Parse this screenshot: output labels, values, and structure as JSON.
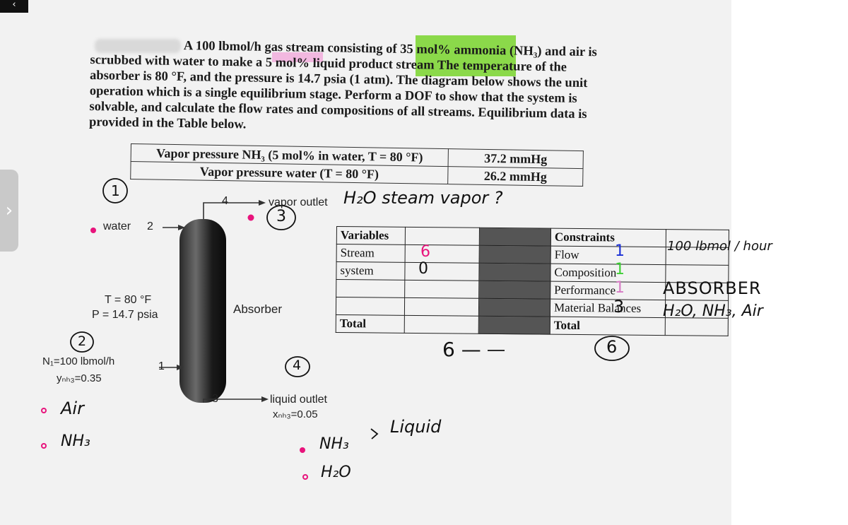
{
  "problem": {
    "lines": [
      "A 100 lbmol/h gas stream consisting of 35 mol% ammonia (NH₃) and air is",
      "scrubbed with water to make a 5 mol% liquid product stream  The temperature of the",
      "absorber is 80 °F, and the pressure is 14.7 psia (1 atm).  The diagram below shows the unit",
      "operation which is a single equilibrium stage.  Perform a DOF to show that the system is",
      "solvable, and calculate the flow rates and compositions of all streams.  Equilibrium data is",
      "provided in the Table below."
    ]
  },
  "vapor_table": {
    "rows": [
      {
        "label": "Vapor pressure NH₃ (5 mol% in water,  T = 80 °F)",
        "value": "37.2 mmHg"
      },
      {
        "label": "Vapor pressure water (T = 80 °F)",
        "value": "26.2 mmHg"
      }
    ]
  },
  "diagram": {
    "water_label": "water",
    "stream_nums": [
      "1",
      "2",
      "3",
      "4"
    ],
    "vapor_outlet": "vapor outlet",
    "conditions_t": "T = 80 °F",
    "conditions_p": "P = 14.7 psia",
    "absorber_label": "Absorber",
    "feed_n": "N₁=100 lbmol/h",
    "feed_y": "yₙₕ₃=0.35",
    "liquid_outlet": "liquid outlet",
    "liquid_x": "xₙₕ₃=0.05"
  },
  "dof_table": {
    "variables_header": "Variables",
    "variables": [
      "Stream",
      "system"
    ],
    "variables_total": "Total",
    "constraints_header": "Constraints",
    "constraints": [
      "Flow",
      "Composition",
      "Performance",
      "Material Balances"
    ],
    "constraints_total": "Total"
  },
  "annotations": {
    "circle_1": "1",
    "circle_2": "2",
    "circle_3": "3",
    "circle_4": "4",
    "steam_note": "H₂O steam vapor ?",
    "air": "Air",
    "nh3_left": "NH₃",
    "nh3_bottom": "NH₃",
    "h2o_bottom": "H₂O",
    "liquid": "Liquid",
    "var_stream_val": "6",
    "var_system_val": "0",
    "total_six": "6 —",
    "c_flow": "1",
    "c_comp": "1",
    "c_perf": "1",
    "c_mb": "3",
    "c_total": "6",
    "side1": "100 lbmol / hour",
    "side2": "ABSORBER",
    "side3": "H₂O, NH₃, Air"
  },
  "colors": {
    "highlight_green": "#8bd94a",
    "highlight_pink": "#f2b8e0",
    "ink_pink": "#e8147c",
    "ink_blue": "#1a2fd6",
    "ink_green": "#3ecf35"
  }
}
